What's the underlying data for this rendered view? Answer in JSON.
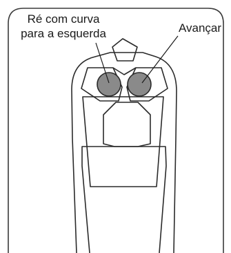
{
  "callouts": {
    "left": {
      "line1": "Ré com curva",
      "line2": "para a esquerda"
    },
    "right": {
      "text": "Avançar"
    }
  },
  "colors": {
    "outline": "#2a2a2a",
    "frame": "#3a3a3a",
    "button_fill": "#8a8a8a",
    "background": "#ffffff"
  },
  "icons": {
    "left_button": "round-button",
    "right_button": "round-button"
  }
}
